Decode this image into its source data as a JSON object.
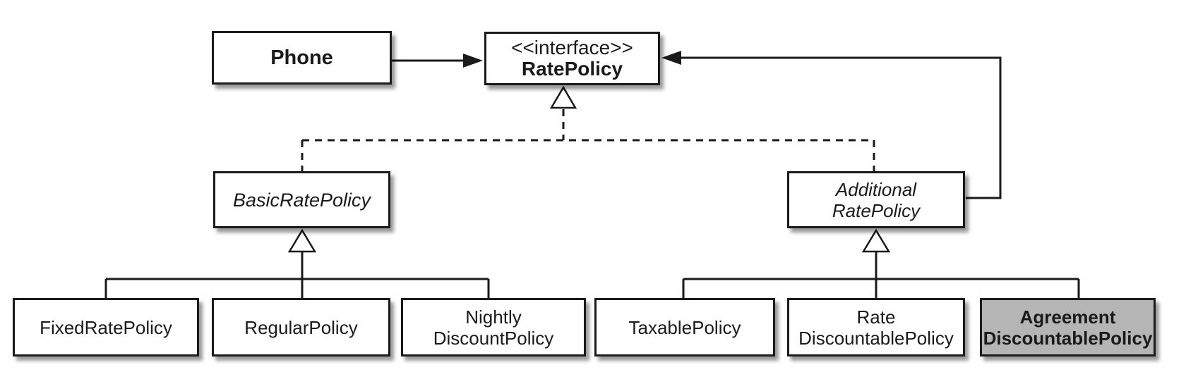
{
  "diagram": {
    "type": "uml-class-diagram",
    "colors": {
      "line_color": "#1a1a1a",
      "box_fill": "#ffffff",
      "highlight_fill": "#b5b5b5",
      "text_color": "#1a1a1a",
      "bg_color": "#ffffff"
    },
    "nodes": {
      "phone": {
        "label": "Phone"
      },
      "rate_policy": {
        "stereotype": "<<interface>>",
        "label": "RatePolicy"
      },
      "basic_rate_policy": {
        "label": "BasicRatePolicy",
        "abstract": true
      },
      "additional_rate_policy": {
        "label_line1": "Additional",
        "label_line2": "RatePolicy",
        "abstract": true
      },
      "fixed_rate_policy": {
        "label": "FixedRatePolicy"
      },
      "regular_policy": {
        "label": "RegularPolicy"
      },
      "nightly_discount_policy": {
        "label_line1": "Nightly",
        "label_line2": "DiscountPolicy"
      },
      "taxable_policy": {
        "label": "TaxablePolicy"
      },
      "rate_discountable_policy": {
        "label_line1": "Rate",
        "label_line2": "DiscountablePolicy"
      },
      "agreement_discountable_policy": {
        "label_line1": "Agreement",
        "label_line2": "DiscountablePolicy",
        "highlighted": true
      }
    },
    "edges": [
      {
        "from": "Phone",
        "to": "RatePolicy",
        "type": "association",
        "style": "solid-filled-arrow"
      },
      {
        "from": "AdditionalRatePolicy",
        "to": "RatePolicy",
        "type": "association",
        "style": "solid-filled-arrow"
      },
      {
        "from": "BasicRatePolicy",
        "to": "RatePolicy",
        "type": "realization",
        "style": "dashed-hollow-triangle"
      },
      {
        "from": "AdditionalRatePolicy",
        "to": "RatePolicy",
        "type": "realization",
        "style": "dashed-hollow-triangle"
      },
      {
        "from": "FixedRatePolicy",
        "to": "BasicRatePolicy",
        "type": "generalization",
        "style": "solid-hollow-triangle"
      },
      {
        "from": "RegularPolicy",
        "to": "BasicRatePolicy",
        "type": "generalization",
        "style": "solid-hollow-triangle"
      },
      {
        "from": "NightlyDiscountPolicy",
        "to": "BasicRatePolicy",
        "type": "generalization",
        "style": "solid-hollow-triangle"
      },
      {
        "from": "TaxablePolicy",
        "to": "AdditionalRatePolicy",
        "type": "generalization",
        "style": "solid-hollow-triangle"
      },
      {
        "from": "RateDiscountablePolicy",
        "to": "AdditionalRatePolicy",
        "type": "generalization",
        "style": "solid-hollow-triangle"
      },
      {
        "from": "AgreementDiscountablePolicy",
        "to": "AdditionalRatePolicy",
        "type": "generalization",
        "style": "solid-hollow-triangle"
      }
    ]
  }
}
